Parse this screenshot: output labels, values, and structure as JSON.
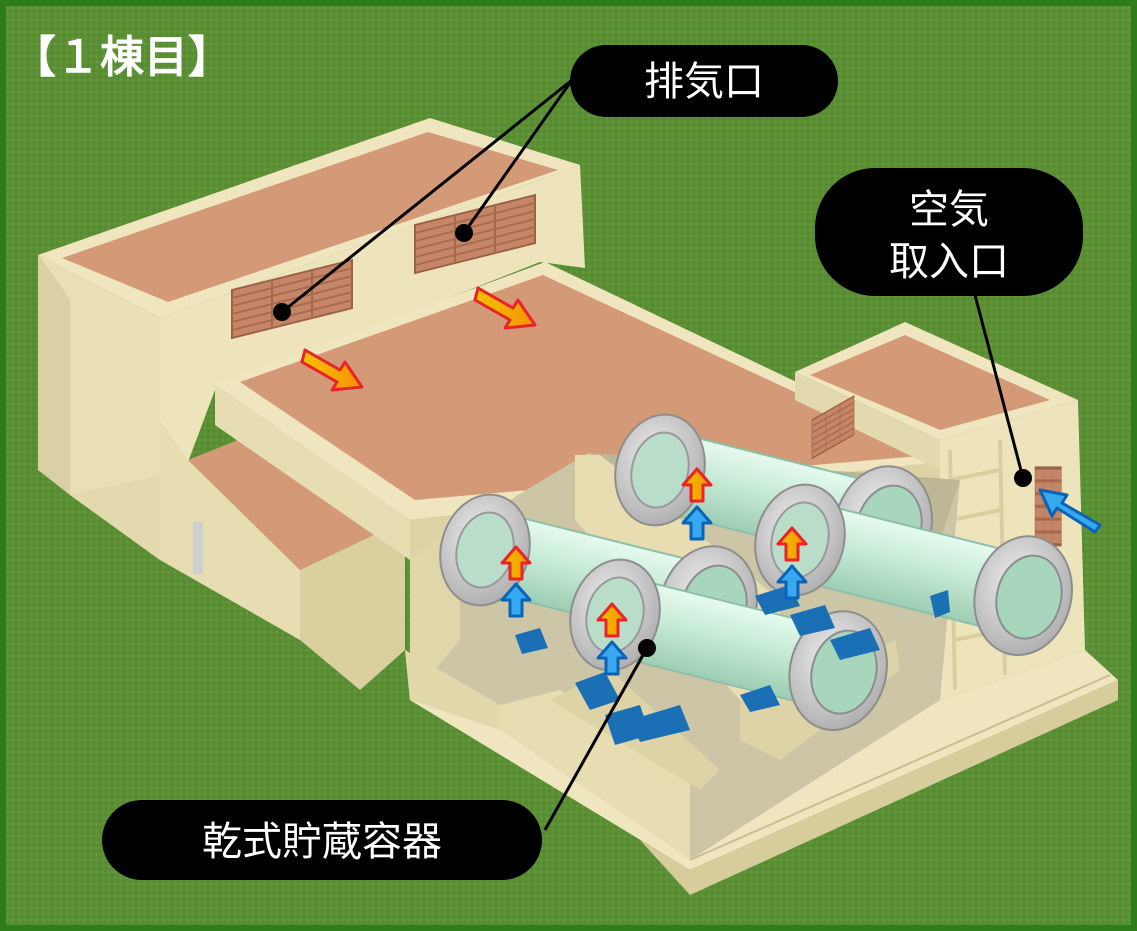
{
  "title": "【１棟目】",
  "labels": {
    "exhaust": "排気口",
    "intake_line1": "空気",
    "intake_line2": "取入口",
    "cask": "乾式貯蔵容器"
  },
  "colors": {
    "grass": "#5b8f34",
    "frame": "#2f7d1a",
    "wall": "#efe6bf",
    "wall_shade": "#d9cf9f",
    "roof": "#d99a78",
    "vent": "#c98a6e",
    "cask_body": "#cfeedd",
    "cask_ring": "#c8c8c8",
    "arrow_red": "#e8242a",
    "arrow_orange": "#f6a800",
    "arrow_blue": "#1e88d8",
    "support_blue": "#1a6fb5",
    "pill": "#000000",
    "pill_text": "#ffffff"
  }
}
